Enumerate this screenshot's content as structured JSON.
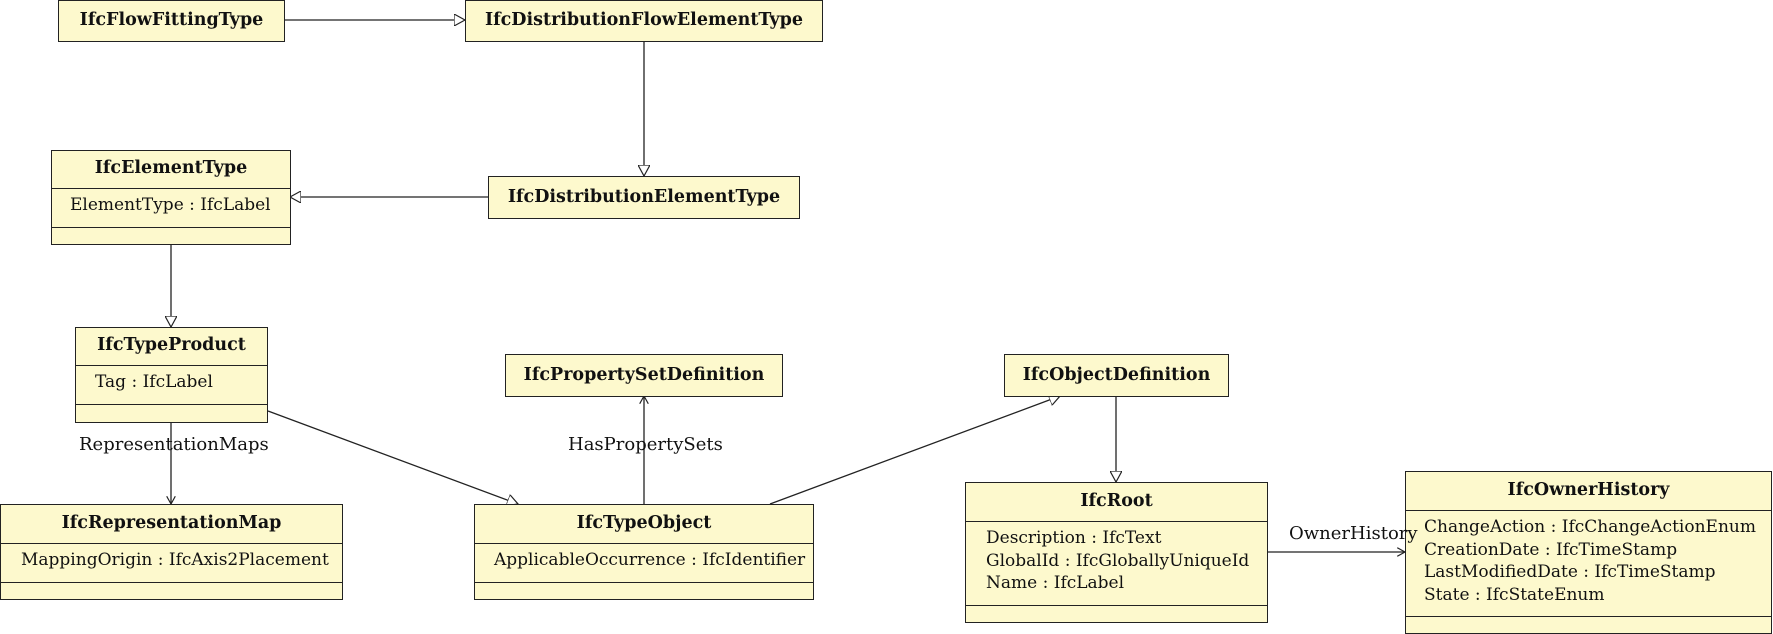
{
  "classes": {
    "flow_fitting_type": {
      "name": "IfcFlowFittingType",
      "attributes": []
    },
    "distribution_flow_element_type": {
      "name": "IfcDistributionFlowElementType",
      "attributes": []
    },
    "element_type": {
      "name": "IfcElementType",
      "attributes": [
        "ElementType : IfcLabel"
      ]
    },
    "distribution_element_type": {
      "name": "IfcDistributionElementType",
      "attributes": []
    },
    "type_product": {
      "name": "IfcTypeProduct",
      "attributes": [
        "Tag : IfcLabel"
      ]
    },
    "property_set_definition": {
      "name": "IfcPropertySetDefinition",
      "attributes": []
    },
    "object_definition": {
      "name": "IfcObjectDefinition",
      "attributes": []
    },
    "representation_map": {
      "name": "IfcRepresentationMap",
      "attributes": [
        "MappingOrigin : IfcAxis2Placement"
      ]
    },
    "type_object": {
      "name": "IfcTypeObject",
      "attributes": [
        "ApplicableOccurrence : IfcIdentifier"
      ]
    },
    "root": {
      "name": "IfcRoot",
      "attributes": [
        "Description : IfcText",
        "GlobalId : IfcGloballyUniqueId",
        "Name : IfcLabel"
      ]
    },
    "owner_history": {
      "name": "IfcOwnerHistory",
      "attributes": [
        "ChangeAction : IfcChangeActionEnum",
        "CreationDate : IfcTimeStamp",
        "LastModifiedDate : IfcTimeStamp",
        "State : IfcStateEnum"
      ]
    }
  },
  "associations": {
    "representation_maps": "RepresentationMaps",
    "has_property_sets": "HasPropertySets",
    "owner_history": "OwnerHistory"
  }
}
